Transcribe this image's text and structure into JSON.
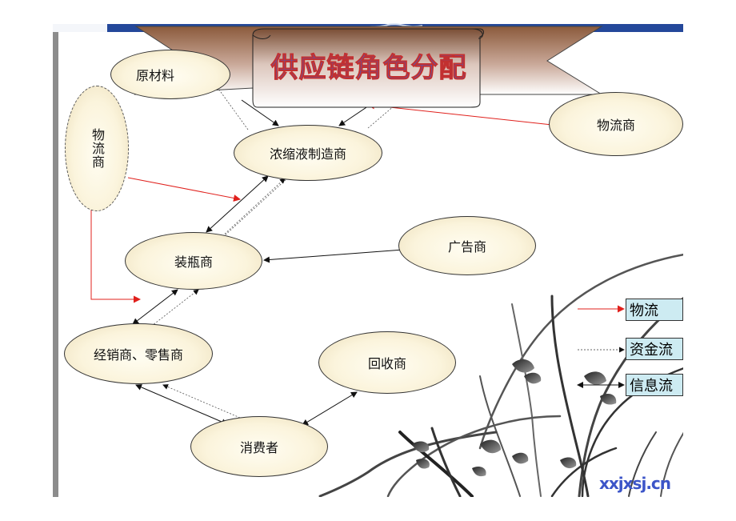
{
  "title": "供应链角色分配",
  "nodes": {
    "raw_material": "原材料",
    "logistics_left": "物流商",
    "logistics_right": "物流商",
    "concentrate_maker": "浓缩液制造商",
    "bottler": "装瓶商",
    "advertiser": "广告商",
    "distributor_retailer": "经销商、零售商",
    "recycler": "回收商",
    "consumer": "消费者"
  },
  "legend": {
    "material_flow": "物流",
    "capital_flow": "资金流",
    "information_flow": "信息流"
  },
  "colors": {
    "material_flow": "#e0201c",
    "title_fill": "#3a63d8",
    "title_outline": "#c23030",
    "node_fill": "#fbf4dc",
    "legend_fill": "#cdebf2",
    "banner": "#8b5a3c"
  },
  "watermark": "xxjxsj.cn"
}
